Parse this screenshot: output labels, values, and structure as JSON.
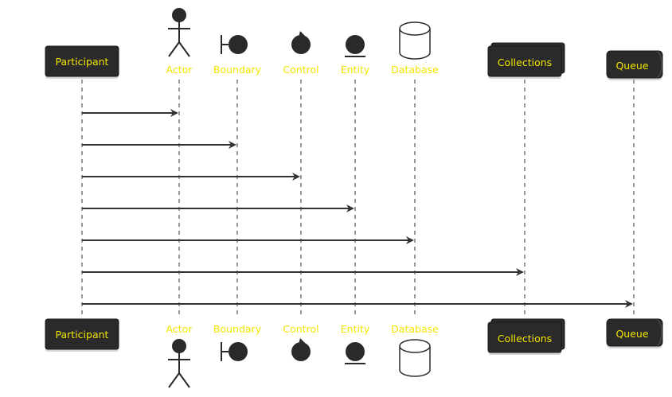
{
  "colors": {
    "label": "#f2e500",
    "shape_fill": "#2a2a2a",
    "shape_stroke": "#1a1a1a",
    "line": "#333333"
  },
  "participants": [
    {
      "id": "participant",
      "kind": "participant",
      "label": "Participant",
      "icon": "rect-box"
    },
    {
      "id": "actor",
      "kind": "actor",
      "label": "Actor",
      "icon": "stick-figure-icon"
    },
    {
      "id": "boundary",
      "kind": "boundary",
      "label": "Boundary",
      "icon": "boundary-icon"
    },
    {
      "id": "control",
      "kind": "control",
      "label": "Control",
      "icon": "control-icon"
    },
    {
      "id": "entity",
      "kind": "entity",
      "label": "Entity",
      "icon": "entity-icon"
    },
    {
      "id": "database",
      "kind": "database",
      "label": "Database",
      "icon": "database-cylinder-icon"
    },
    {
      "id": "collections",
      "kind": "collections",
      "label": "Collections",
      "icon": "stacked-rect-box"
    },
    {
      "id": "queue",
      "kind": "queue",
      "label": "Queue",
      "icon": "queue-box"
    }
  ],
  "messages": [
    {
      "from": "participant",
      "to": "actor",
      "label": ""
    },
    {
      "from": "participant",
      "to": "boundary",
      "label": ""
    },
    {
      "from": "participant",
      "to": "control",
      "label": ""
    },
    {
      "from": "participant",
      "to": "entity",
      "label": ""
    },
    {
      "from": "participant",
      "to": "database",
      "label": ""
    },
    {
      "from": "participant",
      "to": "collections",
      "label": ""
    },
    {
      "from": "participant",
      "to": "queue",
      "label": ""
    }
  ]
}
